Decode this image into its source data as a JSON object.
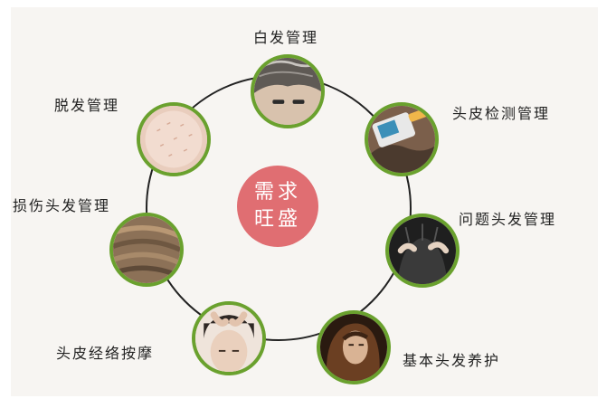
{
  "center": {
    "line1": "需求",
    "line2": "旺盛"
  },
  "items": [
    {
      "label": "白发管理",
      "icon": "gray-hair-photo-icon"
    },
    {
      "label": "头皮检测管理",
      "icon": "scalp-scanner-photo-icon"
    },
    {
      "label": "问题头发管理",
      "icon": "problem-hair-photo-icon"
    },
    {
      "label": "基本头发养护",
      "icon": "hair-care-woman-photo-icon"
    },
    {
      "label": "头皮经络按摩",
      "icon": "scalp-massage-photo-icon"
    },
    {
      "label": "损伤头发管理",
      "icon": "damaged-hair-photo-icon"
    },
    {
      "label": "脱发管理",
      "icon": "hair-loss-scalp-photo-icon"
    }
  ],
  "colors": {
    "ring_green": "#6aa12e",
    "center_red": "#e06e72",
    "panel_bg": "#f7f5f2"
  }
}
